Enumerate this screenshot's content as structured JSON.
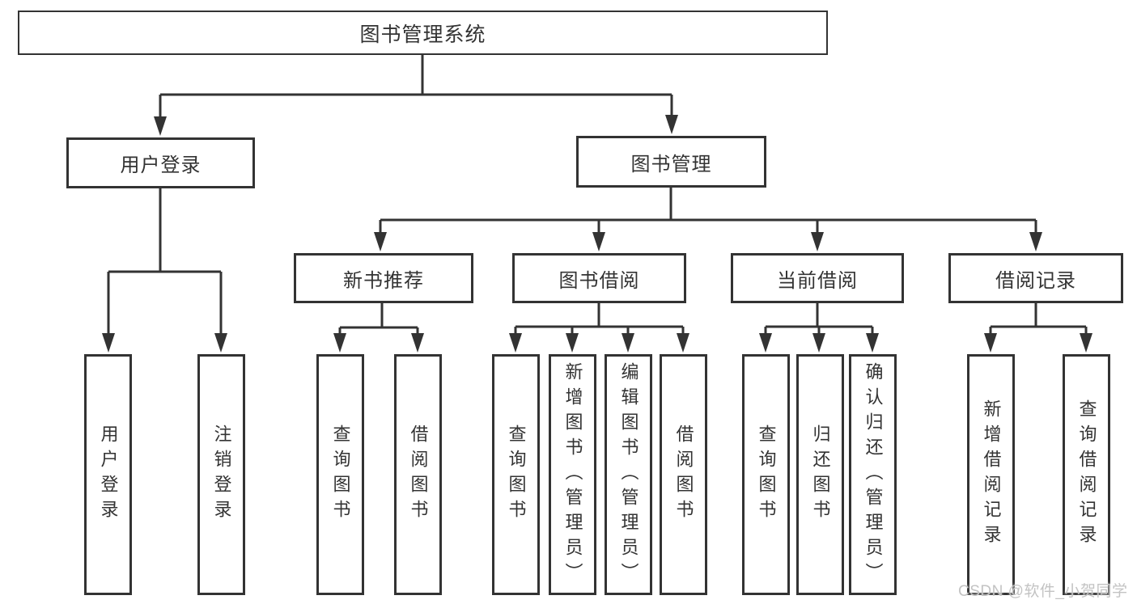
{
  "tree": {
    "label": "图书管理系统",
    "children": [
      {
        "label": "用户登录",
        "children": [
          {
            "label": "用户登录"
          },
          {
            "label": "注销登录"
          }
        ]
      },
      {
        "label": "图书管理",
        "children": [
          {
            "label": "新书推荐",
            "children": [
              {
                "label": "查询图书"
              },
              {
                "label": "借阅图书"
              }
            ]
          },
          {
            "label": "图书借阅",
            "children": [
              {
                "label": "查询图书"
              },
              {
                "label": "新增图书（管理员）"
              },
              {
                "label": "编辑图书（管理员）"
              },
              {
                "label": "借阅图书"
              }
            ]
          },
          {
            "label": "当前借阅",
            "children": [
              {
                "label": "查询图书"
              },
              {
                "label": "归还图书"
              },
              {
                "label": "确认归还（管理员）"
              }
            ]
          },
          {
            "label": "借阅记录",
            "children": [
              {
                "label": "新增借阅记录"
              },
              {
                "label": "查询借阅记录"
              }
            ]
          }
        ]
      }
    ]
  },
  "watermark": {
    "text": "CSDN @软件_小贺同学"
  },
  "colors": {
    "background": "#ffffff",
    "line": "#333333",
    "box_border": "#333333",
    "text": "#333333",
    "watermark": "#c3c3c3"
  }
}
